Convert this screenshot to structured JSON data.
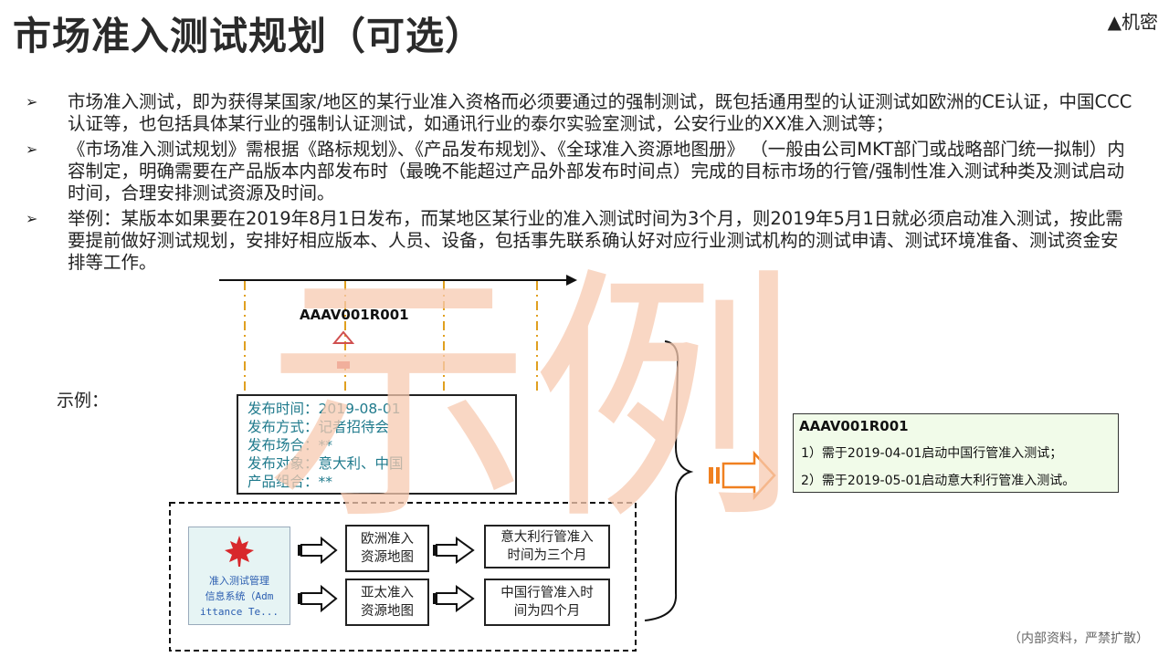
{
  "header": {
    "title": "市场准入测试规划（可选）",
    "confidential": "▲机密"
  },
  "bullets": [
    "市场准入测试，即为获得某国家/地区的某行业准入资格而必须要通过的强制测试，既包括通用型的认证测试如欧洲的CE认证，中国CCC认证等，也包括具体某行业的强制认证测试，如通讯行业的泰尔实验室测试，公安行业的XX准入测试等；",
    "《市场准入测试规划》需根据《路标规划》、《产品发布规划》、《全球准入资源地图册》 （一般由公司MKT部门或战略部门统一拟制）内容制定，明确需要在产品版本内部发布时（最晚不能超过产品外部发布时间点）完成的目标市场的行管/强制性准入测试种类及测试启动时间，合理安排测试资源及时间。",
    "举例：某版本如果要在2019年8月1日发布，而某地区某行业的准入测试时间为3个月，则2019年5月1日就必须启动准入测试，按此需要提前做好测试规划，安排好相应版本、人员、设备，包括事先联系确认好对应行业测试机构的测试申请、测试环境准备、测试资金安排等工作。"
  ],
  "bullet_marker": "➢",
  "example_label": "示例：",
  "timeline": {
    "version_label": "AAAV001R001"
  },
  "release_box": {
    "lines": [
      "发布时间：2019-08-01",
      "发布方式：记者招待会",
      "发布场合：**",
      "发布对象：意大利、中国",
      "产品组合：**"
    ]
  },
  "system": {
    "name_line1": "准入测试管理",
    "name_line2": "信息系统（Adm",
    "name_line3": "ittance Te..."
  },
  "flow": {
    "europe_map": [
      "欧洲准入",
      "资源地图"
    ],
    "italy_time": [
      "意大利行管准入",
      "时间为三个月"
    ],
    "apac_map": [
      "亚太准入",
      "资源地图"
    ],
    "china_time": [
      "中国行管准入时",
      "间为四个月"
    ]
  },
  "result": {
    "title": "AAAV001R001",
    "items": [
      "1）需于2019-04-01启动中国行管准入测试；",
      "2）需于2019-05-01启动意大利行管准入测试。"
    ]
  },
  "watermark": "示例",
  "footer": "（内部资料，严禁扩散）",
  "colors": {
    "watermark": "#f7c9b0",
    "guide_line": "#e0a020",
    "result_bg": "#f1fbe9",
    "system_bg": "#e6f4f4",
    "release_text": "#1f7a8c",
    "arrow_orange": "#f08020"
  }
}
